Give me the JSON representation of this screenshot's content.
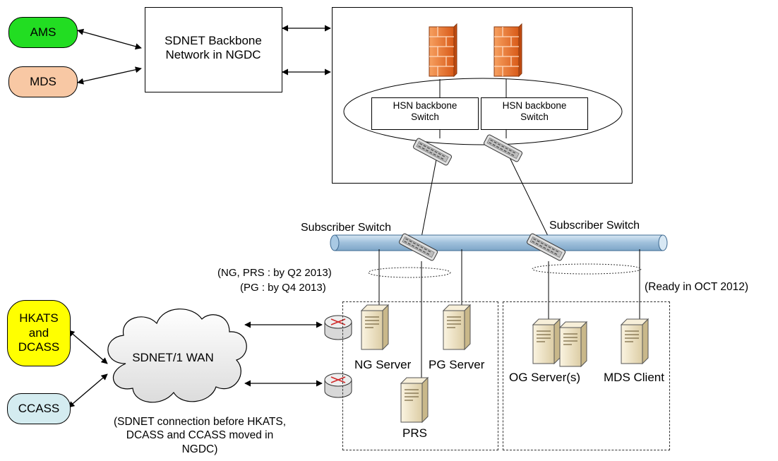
{
  "colors": {
    "ams": "#22dd22",
    "mds": "#f8c8a4",
    "hkats": "#ffff00",
    "ccass": "#d4ecf0",
    "pipe": "#a9c9e3",
    "firewall": "#f07a30",
    "server": "#efe3c3"
  },
  "nodes": {
    "ams": "AMS",
    "mds": "MDS",
    "hkats_dcass": "HKATS\nand\nDCASS",
    "ccass": "CCASS",
    "sdnet_backbone": "SDNET Backbone\nNetwork in NGDC",
    "hsn_switch_left": "HSN backbone\nSwitch",
    "hsn_switch_right": "HSN backbone\nSwitch",
    "subscriber_switch_left": "Subscriber Switch",
    "subscriber_switch_right": "Subscriber Switch",
    "wan": "SDNET/1 WAN",
    "ng_server": "NG Server",
    "pg_server": "PG Server",
    "prs": "PRS",
    "og_servers": "OG Server(s)",
    "mds_client": "MDS Client"
  },
  "notes": {
    "timeline_ng_prs": "(NG, PRS : by Q2 2013)",
    "timeline_pg": "(PG : by Q4 2013)",
    "ready": "(Ready in OCT 2012)",
    "sdnet_connection": "(SDNET connection before HKATS,\nDCASS and CCASS moved in\nNGDC)"
  },
  "icons": {
    "firewall": "firewall-icon",
    "switch": "network-switch-icon",
    "router": "router-icon",
    "server": "server-icon",
    "cloud": "cloud-icon"
  }
}
